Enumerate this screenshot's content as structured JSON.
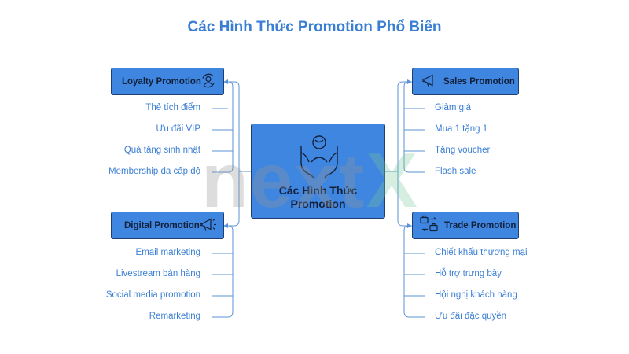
{
  "title": "Các Hình Thức Promotion Phổ Biến",
  "center": {
    "label": "Các Hình Thức Promotion",
    "icon": "hands-person-icon"
  },
  "watermark": {
    "part1": "next",
    "part2": "X"
  },
  "colors": {
    "node_fill": "#3f86e0",
    "node_border": "#1f3f70",
    "text_blue": "#3b7fd4",
    "line": "#5b93d6"
  },
  "categories": [
    {
      "label": "Loyalty Promotion",
      "icon": "user-cycle-icon",
      "items": [
        "Thẻ tích điểm",
        "Ưu đãi VIP",
        "Quà tặng sinh nhật",
        "Membership đa cấp độ"
      ]
    },
    {
      "label": "Digital Promotion",
      "icon": "megaphone-sparkle-icon",
      "items": [
        "Email marketing",
        "Livestream bán hàng",
        "Social media promotion",
        "Remarketing"
      ]
    },
    {
      "label": "Sales Promotion",
      "icon": "megaphone-icon",
      "items": [
        "Giảm giá",
        "Mua 1 tặng 1",
        "Tặng voucher",
        "Flash sale"
      ]
    },
    {
      "label": "Trade Promotion",
      "icon": "briefcase-exchange-icon",
      "items": [
        "Chiết khấu thương mại",
        "Hỗ trợ trưng bày",
        "Hội nghị khách hàng",
        "Ưu đãi đặc quyền"
      ]
    }
  ]
}
